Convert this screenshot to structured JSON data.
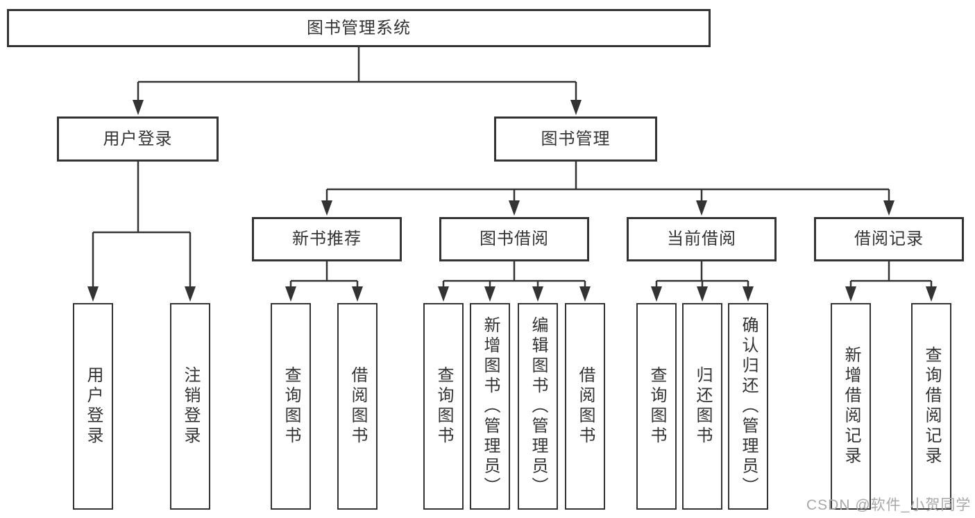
{
  "diagram": {
    "title": "图书管理系统",
    "level2": {
      "user_login": "用户登录",
      "book_management": "图书管理"
    },
    "level3": {
      "new_book_recommend": "新书推荐",
      "book_borrow": "图书借阅",
      "current_borrow": "当前借阅",
      "borrow_record": "借阅记录"
    },
    "leaves": {
      "user_login_group": [
        "用户登录",
        "注销登录"
      ],
      "new_book_group": [
        "查询图书",
        "借阅图书"
      ],
      "book_borrow_group": [
        "查询图书",
        "新增图书（管理员）",
        "编辑图书（管理员）",
        "借阅图书"
      ],
      "current_borrow_group": [
        "查询图书",
        "归还图书",
        "确认归还（管理员）"
      ],
      "borrow_record_group": [
        "新增借阅记录",
        "查询借阅记录"
      ]
    }
  },
  "watermark": {
    "text": "CSDN @软件_小贺同学"
  },
  "colors": {
    "line": "#333333",
    "box_border": "#333333",
    "text": "#333333",
    "background": "#ffffff",
    "watermark": "#a8a8a8"
  }
}
